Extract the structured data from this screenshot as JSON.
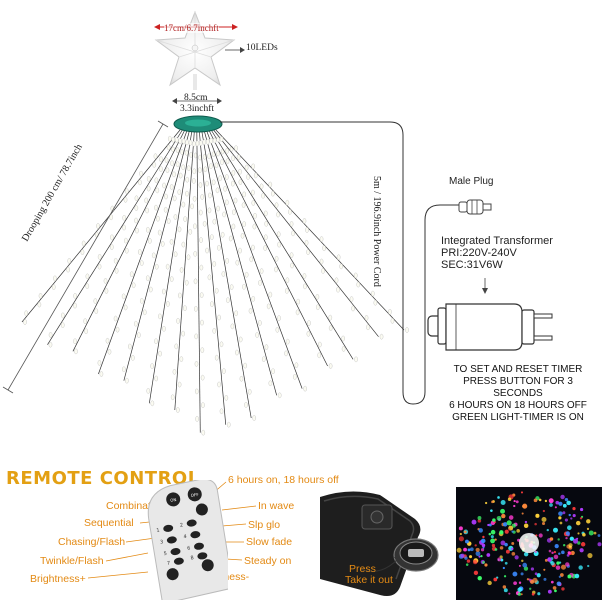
{
  "star": {
    "size_label": "17cm/6.7inchft",
    "leds_label": "10LEDs"
  },
  "ring": {
    "diameter_cm": "8.5cm",
    "diameter_in": "3.3inchft"
  },
  "drooping_label": "Drooping 200 cm/ 78.7inch",
  "power_cord_label": "5m / 196.9inch Power Cord",
  "male_plug_label": "Male Plug",
  "transformer": {
    "title": "Integrated Transformer",
    "pri": "PRI:220V-240V",
    "sec": "SEC:31V6W"
  },
  "timer_note": {
    "line1": "TO SET AND RESET TIMER",
    "line2": "PRESS BUTTON FOR 3 SECONDS",
    "line3": "6 HOURS ON 18 HOURS OFF",
    "line4": "GREEN LIGHT-TIMER IS ON"
  },
  "remote": {
    "title": "REMOTE CONTROL",
    "timer_label": "6 hours on, 18 hours off",
    "left_labels": [
      "Combination",
      "Sequential",
      "Chasing/Flash",
      "Twinkle/Flash",
      "Brightness+"
    ],
    "right_labels": [
      "In wave",
      "Slp glo",
      "Slow fade",
      "Steady on",
      "Brightness-"
    ],
    "button_numbers": [
      "1",
      "2",
      "3",
      "4",
      "5",
      "6",
      "7",
      "8"
    ]
  },
  "battery": {
    "instruction_line1": "Press",
    "instruction_line2": "Take it out"
  },
  "colors": {
    "accent_orange": "#e38a14",
    "title_gold": "#e3a013",
    "ring_teal": "#1e8c78",
    "wire": "#333333"
  },
  "icons": [
    "star-topper-icon",
    "remote-control-icon",
    "transformer-plug-icon",
    "male-plug-icon",
    "battery-compartment-icon"
  ]
}
